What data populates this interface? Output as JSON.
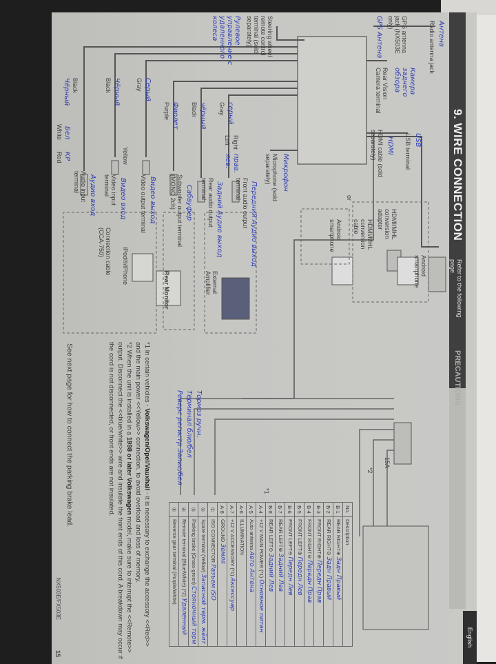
{
  "header": {
    "title": "9. WIRE CONNECTION",
    "next_section": "PRECAUTIONS",
    "language_tab": "English"
  },
  "labels": {
    "radio_antenna": "Radio antenna jack",
    "gps_antenna": "GPS antenna jack (NX503E only)",
    "camera": "Rear Vision Camera terminal",
    "steering": "Steering wheel remote control terminal (sold separately)",
    "usb": "USB terminal",
    "hdmi": "HDMI cable (sold separately)",
    "microphone": "Microphone (sold separately)",
    "refer": "Refer to the following page.",
    "android_top": "Android smartphone",
    "mhl_adapter": "HDMI/MHL conversion adapter",
    "mhl_cable": "HDMI/MHL conversion cable",
    "or": "or",
    "android_bottom": "Android smartphone",
    "ext_amp": "External Amplifier",
    "rear_monitor": "Rear Monitor",
    "ipod": "iPod®/iPhone",
    "conn_cable": "Connection cable (CCA-750)",
    "front_audio": "Front audio output terminal",
    "rear_audio": "Rear audio output terminal",
    "subwoofer": "Subwoofer output terminal (MONO 2ch)",
    "video_out": "Video output terminal",
    "video_in": "Video input terminal",
    "audio_in": "Audio input terminal",
    "gray1": "Gray",
    "black1": "Black",
    "purple": "Purple",
    "gray2": "Gray",
    "black2": "Black",
    "black3": "Black",
    "red": "Red",
    "white": "White",
    "right": "Right",
    "left": "Left",
    "yellow": "Yellow"
  },
  "handwritten": {
    "antenna": "Антена",
    "gps": "GPS Антена",
    "camera": "Камера заднего обзора",
    "steering": "Рулевое управление с удаленного колеса",
    "usb": "USB",
    "hdmi": "HDMI",
    "microphone": "Микрофон",
    "gray1": "серый",
    "black1": "чёрный",
    "purple": "Фиолет",
    "gray2": "Серый",
    "black2": "Чёрный",
    "black3": "Чёрный",
    "front_audio": "Передний Аудио выход",
    "rear_audio": "Задний Аудио выход",
    "subwoofer": "Сабвуфер",
    "video_out": "Видео выход",
    "video_in": "Видео вход",
    "audio_in": "Аудио вход",
    "right": "прав.",
    "left": "лев.",
    "left_white": "Бел",
    "red": "КР"
  },
  "table": {
    "headers": [
      "No.",
      "Description"
    ],
    "rows": [
      {
        "no": "B-1",
        "desc": "REAR RIGHT⊕",
        "note": "Задн Правый"
      },
      {
        "no": "B-2",
        "desc": "REAR RIGHT⊖",
        "note": "Задн Правый"
      },
      {
        "no": "B-3",
        "desc": "FRONT RIGHT⊕",
        "note": "Передн Прав"
      },
      {
        "no": "B-4",
        "desc": "FRONT RIGHT⊖",
        "note": "Передн Прав"
      },
      {
        "no": "B-5",
        "desc": "FRONT LEFT⊕",
        "note": "Передн Лев"
      },
      {
        "no": "B-6",
        "desc": "FRONT LEFT⊖",
        "note": "Передн Лев"
      },
      {
        "no": "B-7",
        "desc": "REAR LEFT⊕",
        "note": "Задний Лев"
      },
      {
        "no": "B-8",
        "desc": "REAR LEFT⊖",
        "note": "Задний Лев"
      },
      {
        "no": "A-4",
        "desc": "+12 V MAIN POWER (*1)",
        "note": "Основное питан"
      },
      {
        "no": "A-5",
        "desc": "Auto antenna",
        "note": "Авто Антена"
      },
      {
        "no": "A-6",
        "desc": "ILLUMINATION",
        "note": ""
      },
      {
        "no": "A-7",
        "desc": "+12 V ACCESSORY (*1)",
        "note": "Аксессуар"
      },
      {
        "no": "A-8",
        "desc": "GROUND",
        "note": "Земля"
      },
      {
        "no": "①",
        "desc": "ISO CONNECTOR",
        "note": "Разъем iSO"
      },
      {
        "no": "②",
        "desc": "Spare terminal (Yellow)",
        "note": "Запасной терм. жёлт"
      },
      {
        "no": "③",
        "desc": "Parking brake (Grass-green)",
        "note": "Стояночный торм"
      },
      {
        "no": "④",
        "desc": "Remote terminal (Blue/White) (*2)",
        "note": "Удаленный"
      },
      {
        "no": "⑤",
        "desc": "Reverse gear terminal (Purple/White)",
        "note": ""
      }
    ],
    "side_notes": [
      "Тормоз ручн.",
      "Терминал блю/бел",
      "Реверс регистр Запис/бел"
    ]
  },
  "harness_markers": [
    "*1",
    "*2",
    "15A"
  ],
  "notes": {
    "n1_pre": "*1 In certain vehicles - ",
    "n1_bold": "Volkswagen/Opel/Vauxhall",
    "n1_post": " - it is necessary to exchange the accessory <<Red>> and the main power <<Yellow>> connection, to avoid overload and loss of memory.",
    "n2_pre": "*2 When the unit is installed in a ",
    "n2_bold": "1998 or later Volkswagen",
    "n2_post": " model, make sure to interrupt the <<Remote>> output. Disconnect the <<blue/white>> wire and insulate the front ends of this cord. A breakdown may occur if the cord is not disconnected, or front ends are not insulated.",
    "see_next": "See next page for how to connect the parking brake lead."
  },
  "footer": {
    "model": "NX503E/FX503E",
    "page": "15"
  }
}
